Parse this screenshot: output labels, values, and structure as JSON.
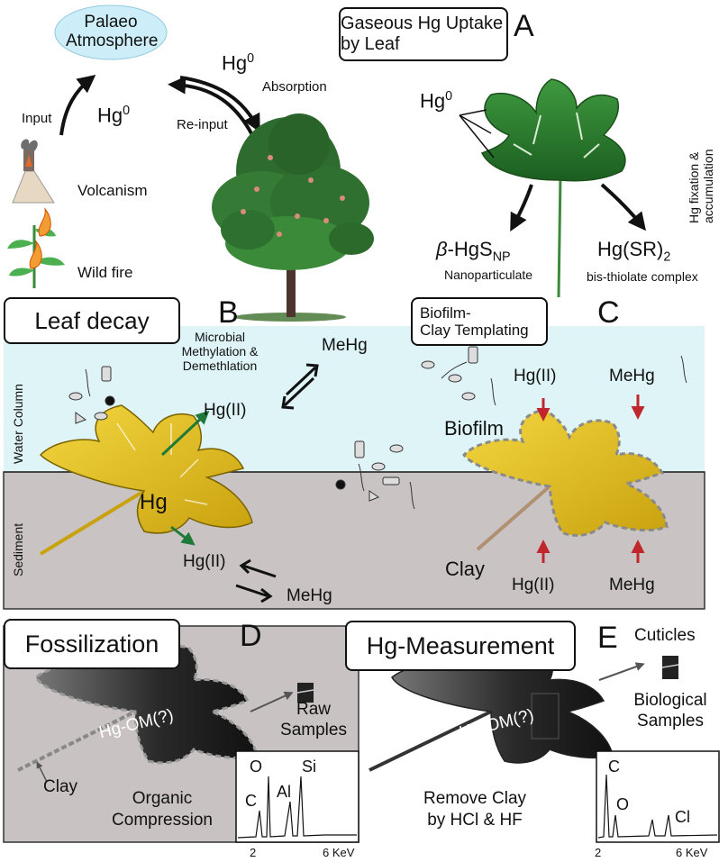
{
  "panelA": {
    "letter": "A",
    "title": "Gaseous Hg Uptake by Leaf",
    "atmosphere": [
      "Palaeo",
      "Atmosphere"
    ],
    "input": "Input",
    "hg0": "Hg",
    "hg0_sup": "0",
    "volcanism": "Volcanism",
    "wildfire": "Wild fire",
    "absorption": "Absorption",
    "reinput": "Re-input",
    "fixation": [
      "Hg fixation &",
      "accumulation"
    ],
    "beta_prefix": "β",
    "beta_main": "-HgS",
    "beta_sub": "NP",
    "nanoparticulate": "Nanoparticulate",
    "hgsr_main": "Hg(SR)",
    "hgsr_sub": "2",
    "bis": "bis-thiolate complex"
  },
  "panelB": {
    "letter": "B",
    "title": "Leaf decay",
    "microbial": [
      "Microbial",
      "Methylation &",
      "Demethlation"
    ],
    "mehg": "MeHg",
    "hg2": "Hg(II)",
    "hg": "Hg",
    "water_column": "Water Column",
    "sediment": "Sediment"
  },
  "panelC": {
    "letter": "C",
    "title": [
      "Biofilm-",
      "Clay Templating"
    ],
    "hg2": "Hg(II)",
    "mehg": "MeHg",
    "biofilm": "Biofilm",
    "clay": "Clay"
  },
  "panelD": {
    "letter": "D",
    "title": "Fossilization",
    "raw": [
      "Raw",
      "Samples"
    ],
    "hgom": "Hg-OM(?)",
    "clay": "Clay",
    "organic": [
      "Organic",
      "Compression"
    ],
    "spectrum_peaks": [
      "C",
      "O",
      "Al",
      "Si"
    ],
    "axis": [
      "2",
      "6 KeV"
    ]
  },
  "panelE": {
    "letter": "E",
    "title": "Hg-Measurement",
    "cuticles": "Cuticles",
    "bio": [
      "Biological",
      "Samples"
    ],
    "hgom": "Hg-OM(?)",
    "remove": [
      "Remove Clay",
      "by HCl & HF"
    ],
    "spectrum_peaks": [
      "C",
      "O",
      "Cl"
    ],
    "axis": [
      "2",
      "6 KeV"
    ]
  },
  "colors": {
    "water": "#dff4f6",
    "sediment": "#c9c3c3",
    "fossil_bg": "#c8c2c2",
    "leaf_green": "#2e7d32",
    "leaf_yellow": "#e6c21a",
    "arrow_green": "#1f7a3a",
    "arrow_red": "#c0272d",
    "atmosphere": "#cdeef8"
  }
}
